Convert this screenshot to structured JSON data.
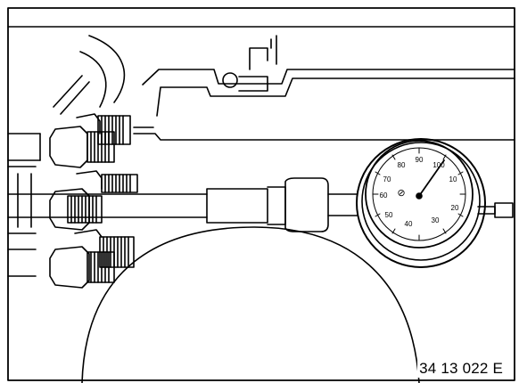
{
  "figure": {
    "reference_code": "34 13 022 E",
    "gauge_dial_numbers": [
      "90",
      "100",
      "10",
      "20",
      "80",
      "70",
      "60",
      "50",
      "40",
      "30"
    ],
    "gauge_center_symbol": "⊘",
    "colors": {
      "line": "#000000",
      "background": "#ffffff"
    }
  }
}
